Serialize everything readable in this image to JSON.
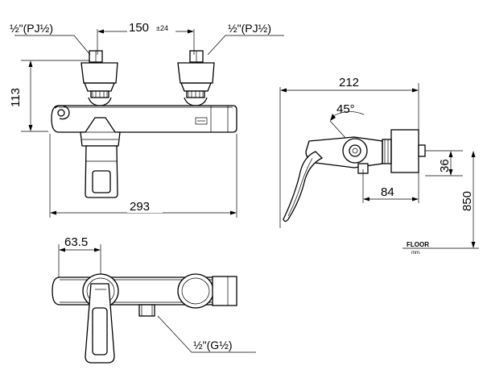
{
  "front_view": {
    "inlet_left_label": "½\"(PJ½)",
    "inlet_right_label": "½\"(PJ½)",
    "inlet_spacing": "150",
    "inlet_spacing_tolerance": "±24",
    "height_dim": "113",
    "width_dim": "293"
  },
  "side_view": {
    "depth_dim": "212",
    "angle_dim": "45°",
    "offset_dim": "84",
    "outlet_dim": "36",
    "mount_height_dim": "850",
    "floor_label": "FLOOR",
    "floor_unit": "mm."
  },
  "top_view": {
    "outlet_offset_dim": "63.5",
    "outlet_thread_label": "½\"(G½)"
  }
}
